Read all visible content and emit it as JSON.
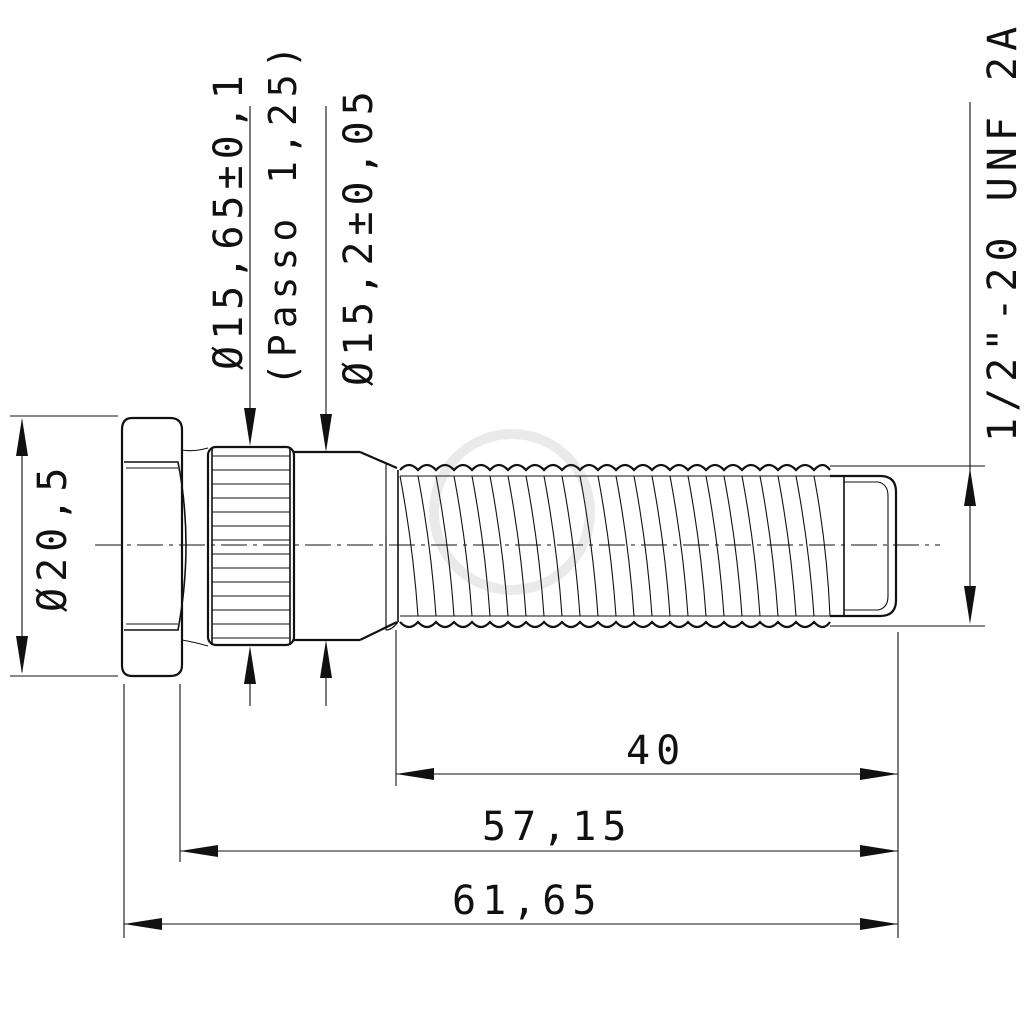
{
  "drawing": {
    "labels": {
      "diameter_head": "Ø20,5",
      "diameter_knurl": "Ø15,65±0,1",
      "knurl_pitch": "(Passo 1,25)",
      "diameter_shank": "Ø15,2±0,05",
      "thread_spec": "1/2\"-20 UNF 2A",
      "length_thread": "40",
      "length_under_head": "57,15",
      "length_total": "61,65"
    }
  }
}
